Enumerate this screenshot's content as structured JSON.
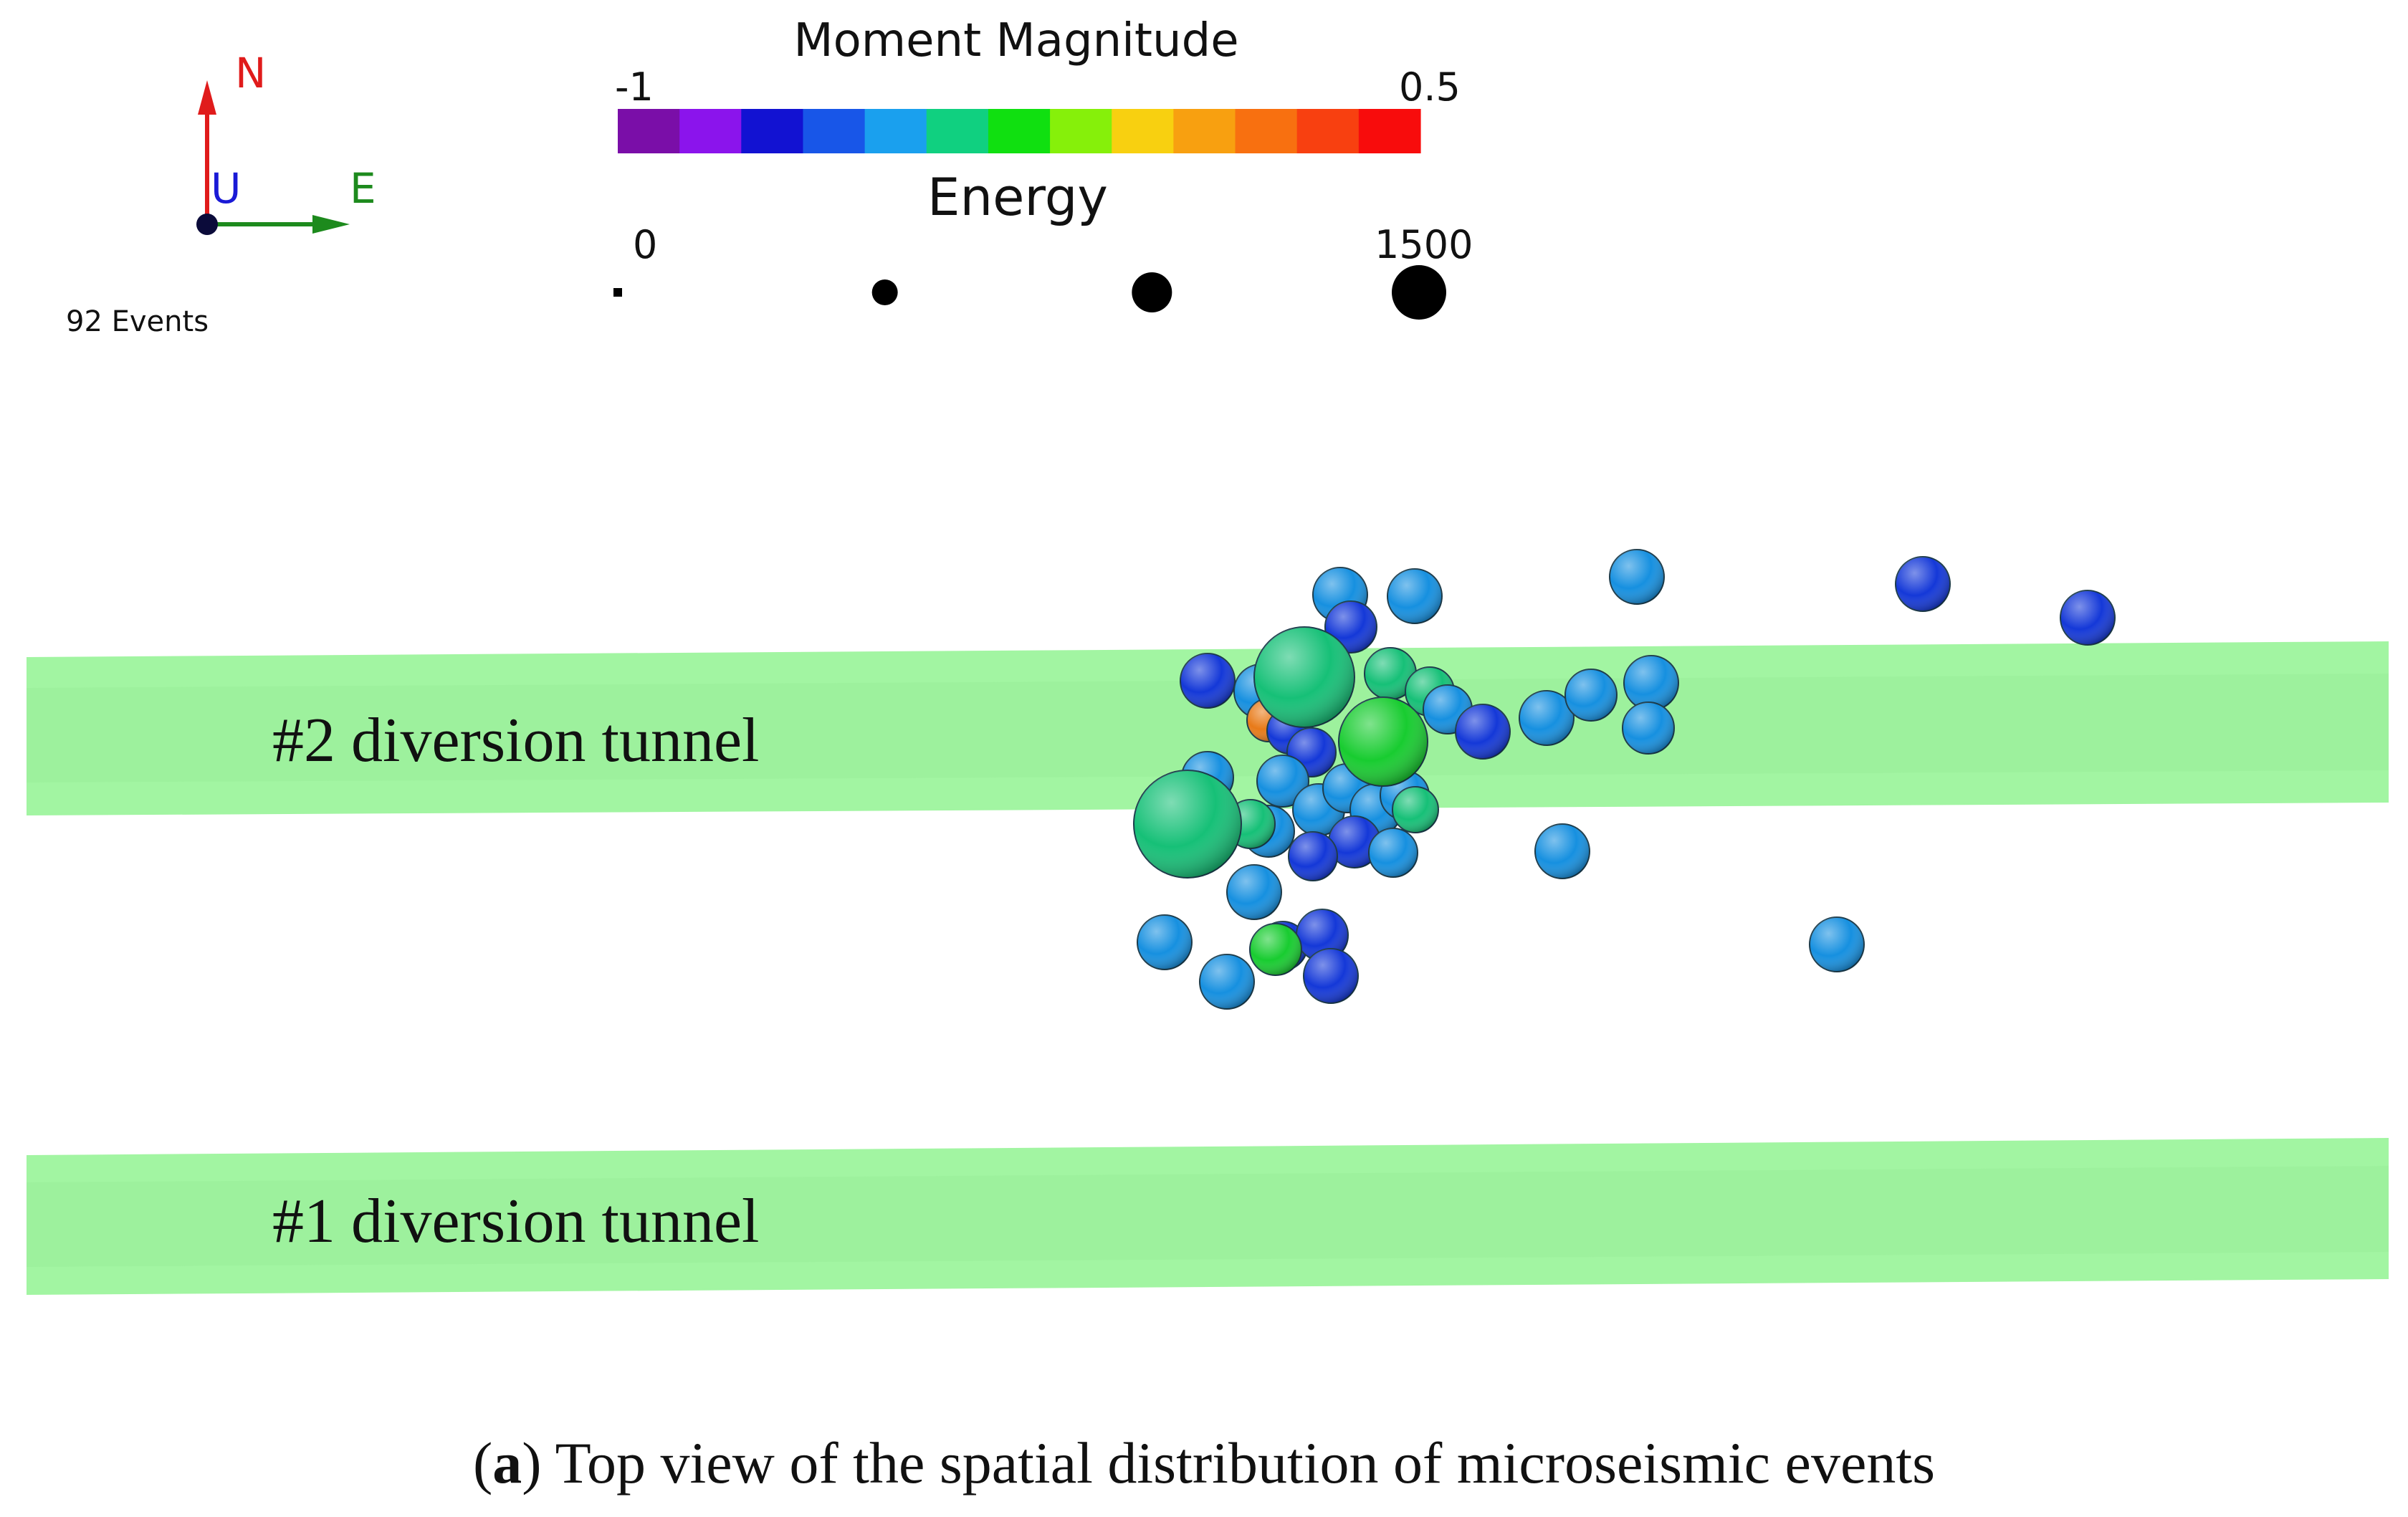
{
  "compass": {
    "north": "N",
    "up": "U",
    "east": "E",
    "colors": {
      "north": "#e01b1b",
      "up": "#1a1ad6",
      "east": "#1d8a1d",
      "origin": "#0b0b3a"
    }
  },
  "event_count_label": "92 Events",
  "magnitude_legend": {
    "title": "Moment Magnitude",
    "min_label": "-1",
    "max_label": "0.5",
    "colors": [
      "#7a0ea8",
      "#8b14ec",
      "#1212d2",
      "#1856e8",
      "#1aa0ee",
      "#10d080",
      "#10e010",
      "#86f00a",
      "#f8d010",
      "#f8a010",
      "#f87010",
      "#f84010",
      "#f80c0c"
    ]
  },
  "energy_legend": {
    "title": "Energy",
    "min_label": "0",
    "max_label": "1500",
    "sizes": [
      0,
      500,
      1000,
      1500
    ]
  },
  "tunnels": [
    {
      "label": "#2 diversion tunnel",
      "color": "#a2f5a2"
    },
    {
      "label": "#1 diversion tunnel",
      "color": "#a2f5a2"
    }
  ],
  "caption": {
    "letter": "a",
    "text": " Top view of the spatial distribution of microseismic events"
  }
}
